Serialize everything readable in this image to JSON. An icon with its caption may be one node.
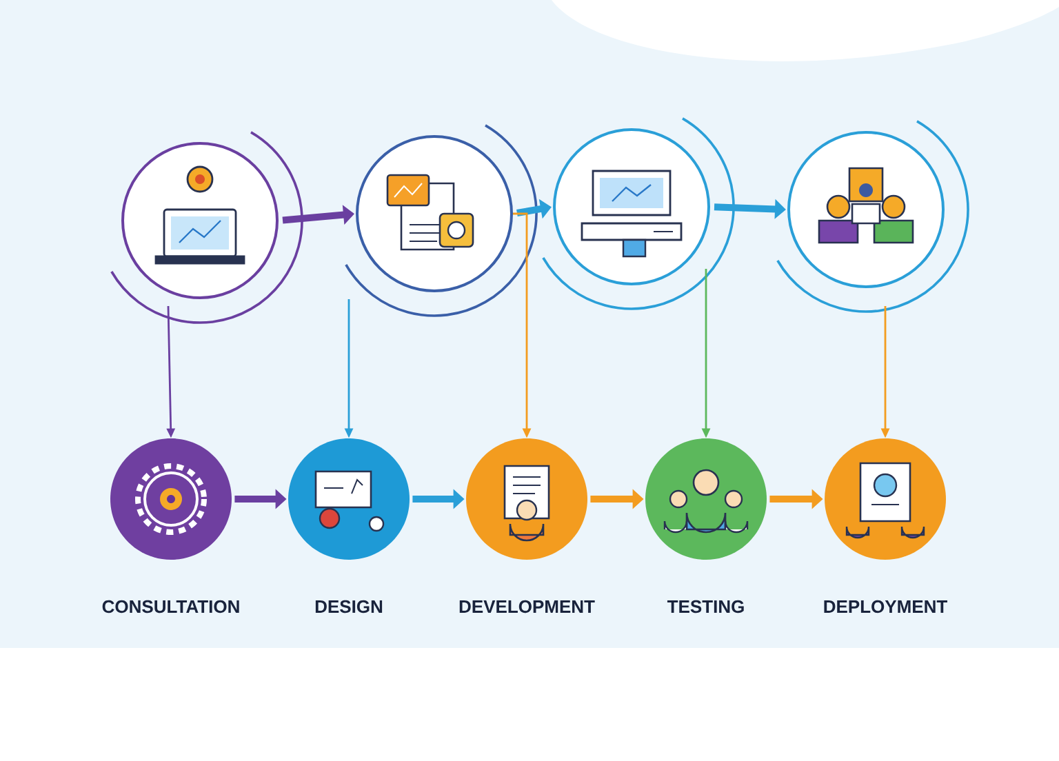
{
  "diagram": {
    "nodes": [
      {
        "text": [],
        "shape": "circle"
      },
      {
        "text": [],
        "shape": "circle"
      },
      {
        "text": [],
        "shape": "circle"
      },
      {
        "text": [],
        "shape": "circle"
      },
      {
        "text": [
          "CONSULTATION"
        ]
      },
      {
        "text": [
          "DESIGN"
        ]
      },
      {
        "text": [
          "DEVELOPMENT"
        ]
      },
      {
        "text": [
          "TESTING"
        ]
      },
      {
        "text": [
          "DEPLOYMENT"
        ]
      }
    ],
    "edges": [
      {
        "from": 0,
        "to": 1,
        "arrow": "to",
        "color": "#6a3fa0"
      },
      {
        "from": 1,
        "to": 2,
        "arrow": "to",
        "color": "#2a9fd8"
      },
      {
        "from": 2,
        "to": 3,
        "arrow": "to",
        "color": "#2a9fd8"
      },
      {
        "from": 4,
        "to": 5,
        "arrow": "to",
        "color": "#6a3fa0"
      },
      {
        "from": 5,
        "to": 6,
        "arrow": "to",
        "color": "#2a9fd8"
      },
      {
        "from": 6,
        "to": 7,
        "arrow": "to",
        "color": "#f39c1f"
      },
      {
        "from": 7,
        "to": 8,
        "arrow": "to",
        "color": "#f39c1f"
      },
      {
        "from": 0,
        "to": 4,
        "arrow": "to",
        "color": "#6a3fa0"
      },
      {
        "from": 1,
        "to": 5,
        "arrow": "to",
        "color": "#2a9fd8"
      },
      {
        "from": 1,
        "to": 6,
        "arrow": "to",
        "color": "#f39c1f"
      },
      {
        "from": 2,
        "to": 7,
        "arrow": "to",
        "color": "#5cb85c"
      },
      {
        "from": 3,
        "to": 8,
        "arrow": "to",
        "color": "#f39c1f"
      }
    ]
  }
}
